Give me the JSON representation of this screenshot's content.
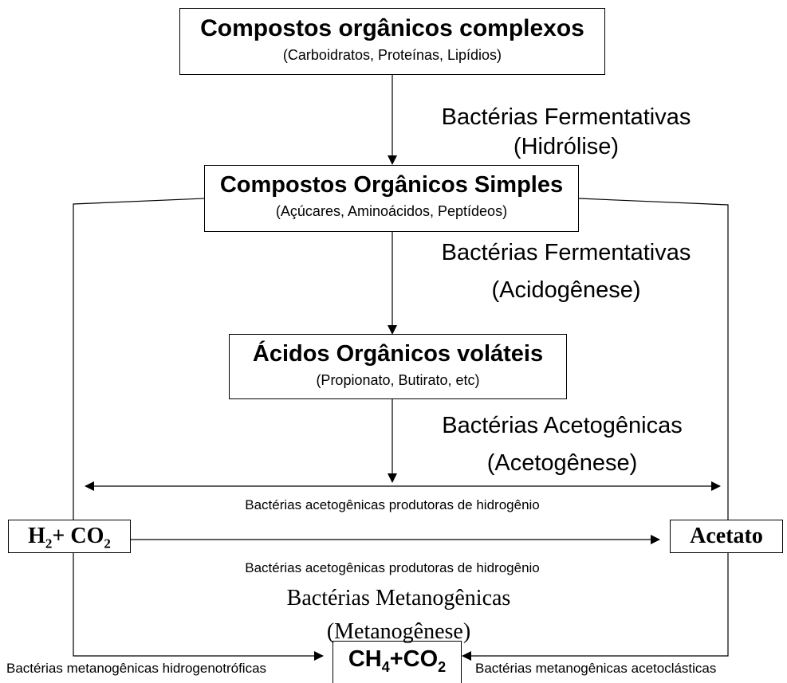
{
  "boxes": {
    "complex": {
      "title": "Compostos orgânicos complexos",
      "subtitle": "(Carboidratos, Proteínas, Lipídios)"
    },
    "simple": {
      "title": "Compostos Orgânicos Simples",
      "subtitle": "(Açúcares, Aminoácidos, Peptídeos)"
    },
    "acids": {
      "title": "Ácidos Orgânicos voláteis",
      "subtitle": "(Propionato, Butirato, etc)"
    },
    "h2co2": {
      "part1": "H",
      "sub1": "2",
      "part2": "+ CO",
      "sub2": "2"
    },
    "acetate": {
      "title": "Acetato"
    },
    "ch4co2": {
      "part1": "CH",
      "sub1": "4",
      "part2": "+CO",
      "sub2": "2"
    }
  },
  "labels": {
    "hydrolysis_1": "Bactérias Fermentativas",
    "hydrolysis_2": "(Hidrólise)",
    "acidogenesis_1": "Bactérias Fermentativas",
    "acidogenesis_2": "(Acidogênese)",
    "acetogenesis_1": "Bactérias Acetogênicas",
    "acetogenesis_2": "(Acetogênese)",
    "h2_producers_top": "Bactérias acetogênicas produtoras de hidrogênio",
    "h2_producers_bottom": "Bactérias acetogênicas produtoras de hidrogênio",
    "methanogenesis_1": "Bactérias Metanogênicas",
    "methanogenesis_2": "(Metanogênese)",
    "hydrogenotrophic": "Bactérias metanogênicas hidrogenotróficas",
    "acetoclastic": "Bactérias metanogênicas acetoclásticas"
  }
}
